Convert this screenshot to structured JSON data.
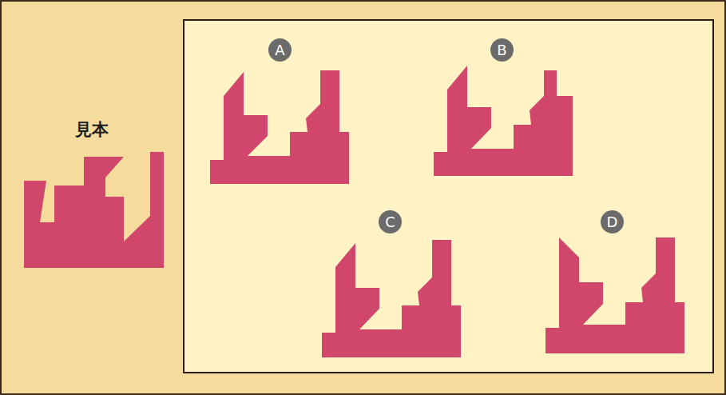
{
  "diagram": {
    "nodes": [
      {
        "text": [
          "A"
        ]
      },
      {
        "text": [
          "B"
        ]
      },
      {
        "text": [
          "C"
        ]
      },
      {
        "text": [
          "D"
        ]
      }
    ],
    "labels": [
      "見本"
    ]
  }
}
